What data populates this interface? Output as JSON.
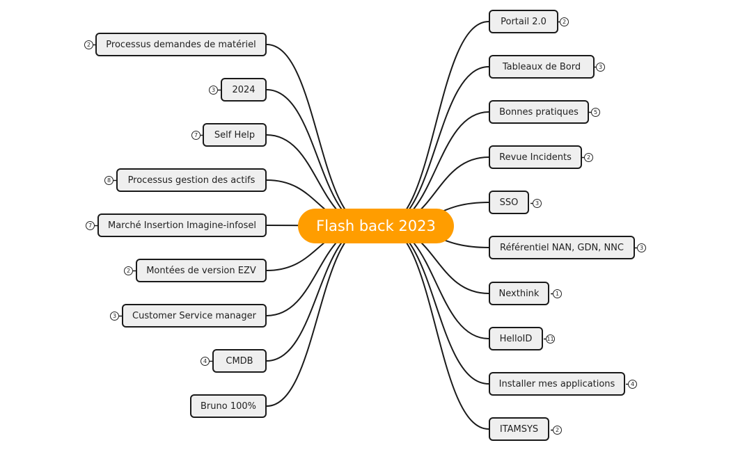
{
  "root": {
    "label": "Flash back 2023",
    "color": "#ff9d00"
  },
  "left": [
    {
      "label": "Processus demandes de matériel",
      "count": "2"
    },
    {
      "label": "2024",
      "count": "3"
    },
    {
      "label": "Self Help",
      "count": "7"
    },
    {
      "label": "Processus gestion des actifs",
      "count": "8"
    },
    {
      "label": "Marché Insertion Imagine-infosel",
      "count": "7"
    },
    {
      "label": "Montées de version EZV",
      "count": "2"
    },
    {
      "label": "Customer Service manager",
      "count": "3"
    },
    {
      "label": "CMDB",
      "count": "4"
    },
    {
      "label": "Bruno 100%",
      "count": null
    }
  ],
  "right": [
    {
      "label": "Portail 2.0",
      "count": "2"
    },
    {
      "label": "Tableaux de Bord",
      "count": "3"
    },
    {
      "label": "Bonnes pratiques",
      "count": "5"
    },
    {
      "label": "Revue Incidents",
      "count": "2"
    },
    {
      "label": "SSO",
      "count": "3"
    },
    {
      "label": "Référentiel NAN, GDN, NNC",
      "count": "3"
    },
    {
      "label": "Nexthink",
      "count": "1"
    },
    {
      "label": "HelloID",
      "count": "11"
    },
    {
      "label": "Installer mes applications",
      "count": "4"
    },
    {
      "label": "ITAMSYS",
      "count": "2"
    }
  ]
}
